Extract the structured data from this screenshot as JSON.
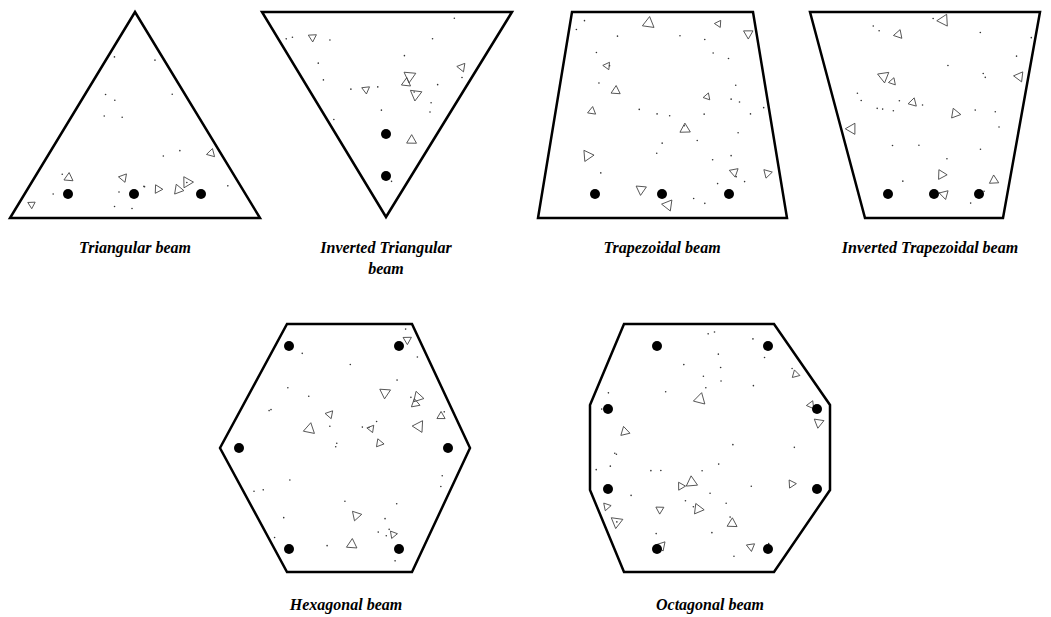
{
  "diagram": {
    "nodes": [
      {
        "text": [
          "Triangular beam"
        ]
      },
      {
        "text": [
          "Inverted Triangular beam"
        ]
      },
      {
        "text": [
          "Trapezoidal beam"
        ]
      },
      {
        "text": [
          "Inverted Trapezoidal beam"
        ]
      },
      {
        "text": [
          "Hexagonal beam"
        ]
      },
      {
        "text": [
          "Octagonal beam"
        ]
      }
    ]
  }
}
